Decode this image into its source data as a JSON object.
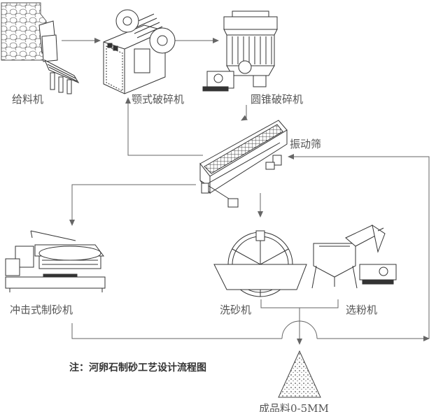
{
  "labels": {
    "feeder": "给料机",
    "jaw_crusher": "颚式破碎机",
    "cone_crusher": "圆锥破碎机",
    "vibrating_screen": "振动筛",
    "impact_sand_maker": "冲击式制砂机",
    "sand_washer": "洗砂机",
    "fine_powder_machine": "选粉机",
    "product": "成品料0-5MM"
  },
  "note": "注：河卵石制砂工艺设计流程图",
  "colors": {
    "line": "#666666",
    "machine": "#333333",
    "text": "#555555"
  }
}
